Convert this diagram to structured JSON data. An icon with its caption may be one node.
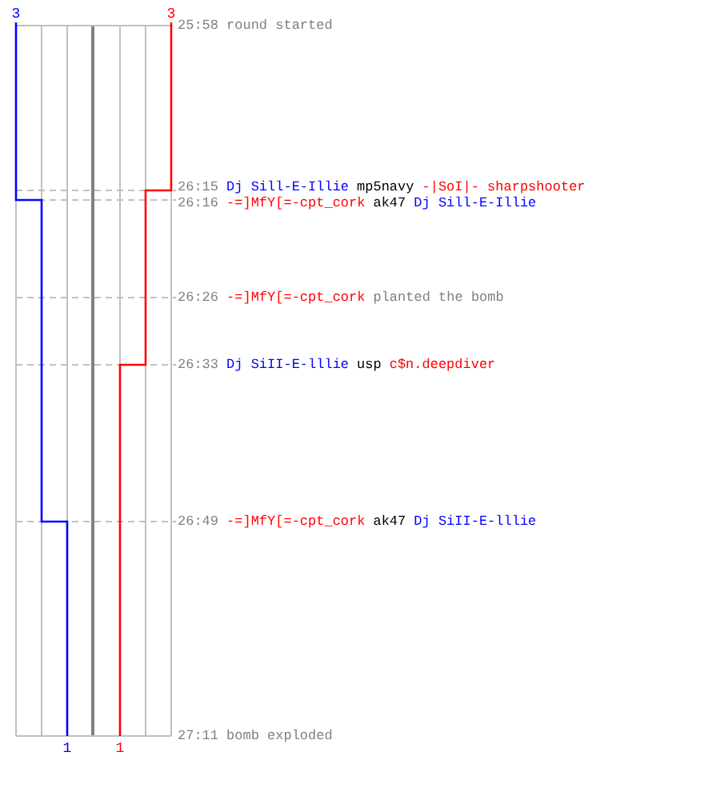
{
  "diagram": {
    "labels": [
      "3",
      "3",
      "25:58",
      "round started",
      "26:15",
      "Dj Sill-E-Illie",
      "mp5navy",
      "-|SoI|- sharpshooter",
      "26:16",
      "-=]MfY[=-cpt_cork",
      "ak47",
      "Dj Sill-E-Illie",
      "26:26",
      "-=]MfY[=-cpt_cork",
      "planted the bomb",
      "26:33",
      "Dj SiII-E-lllie",
      "usp",
      "c$n.deepdiver",
      "26:49",
      "-=]MfY[=-cpt_cork",
      "ak47",
      "Dj SiII-E-lllie",
      "27:11",
      "bomb exploded",
      "1",
      "1"
    ]
  }
}
